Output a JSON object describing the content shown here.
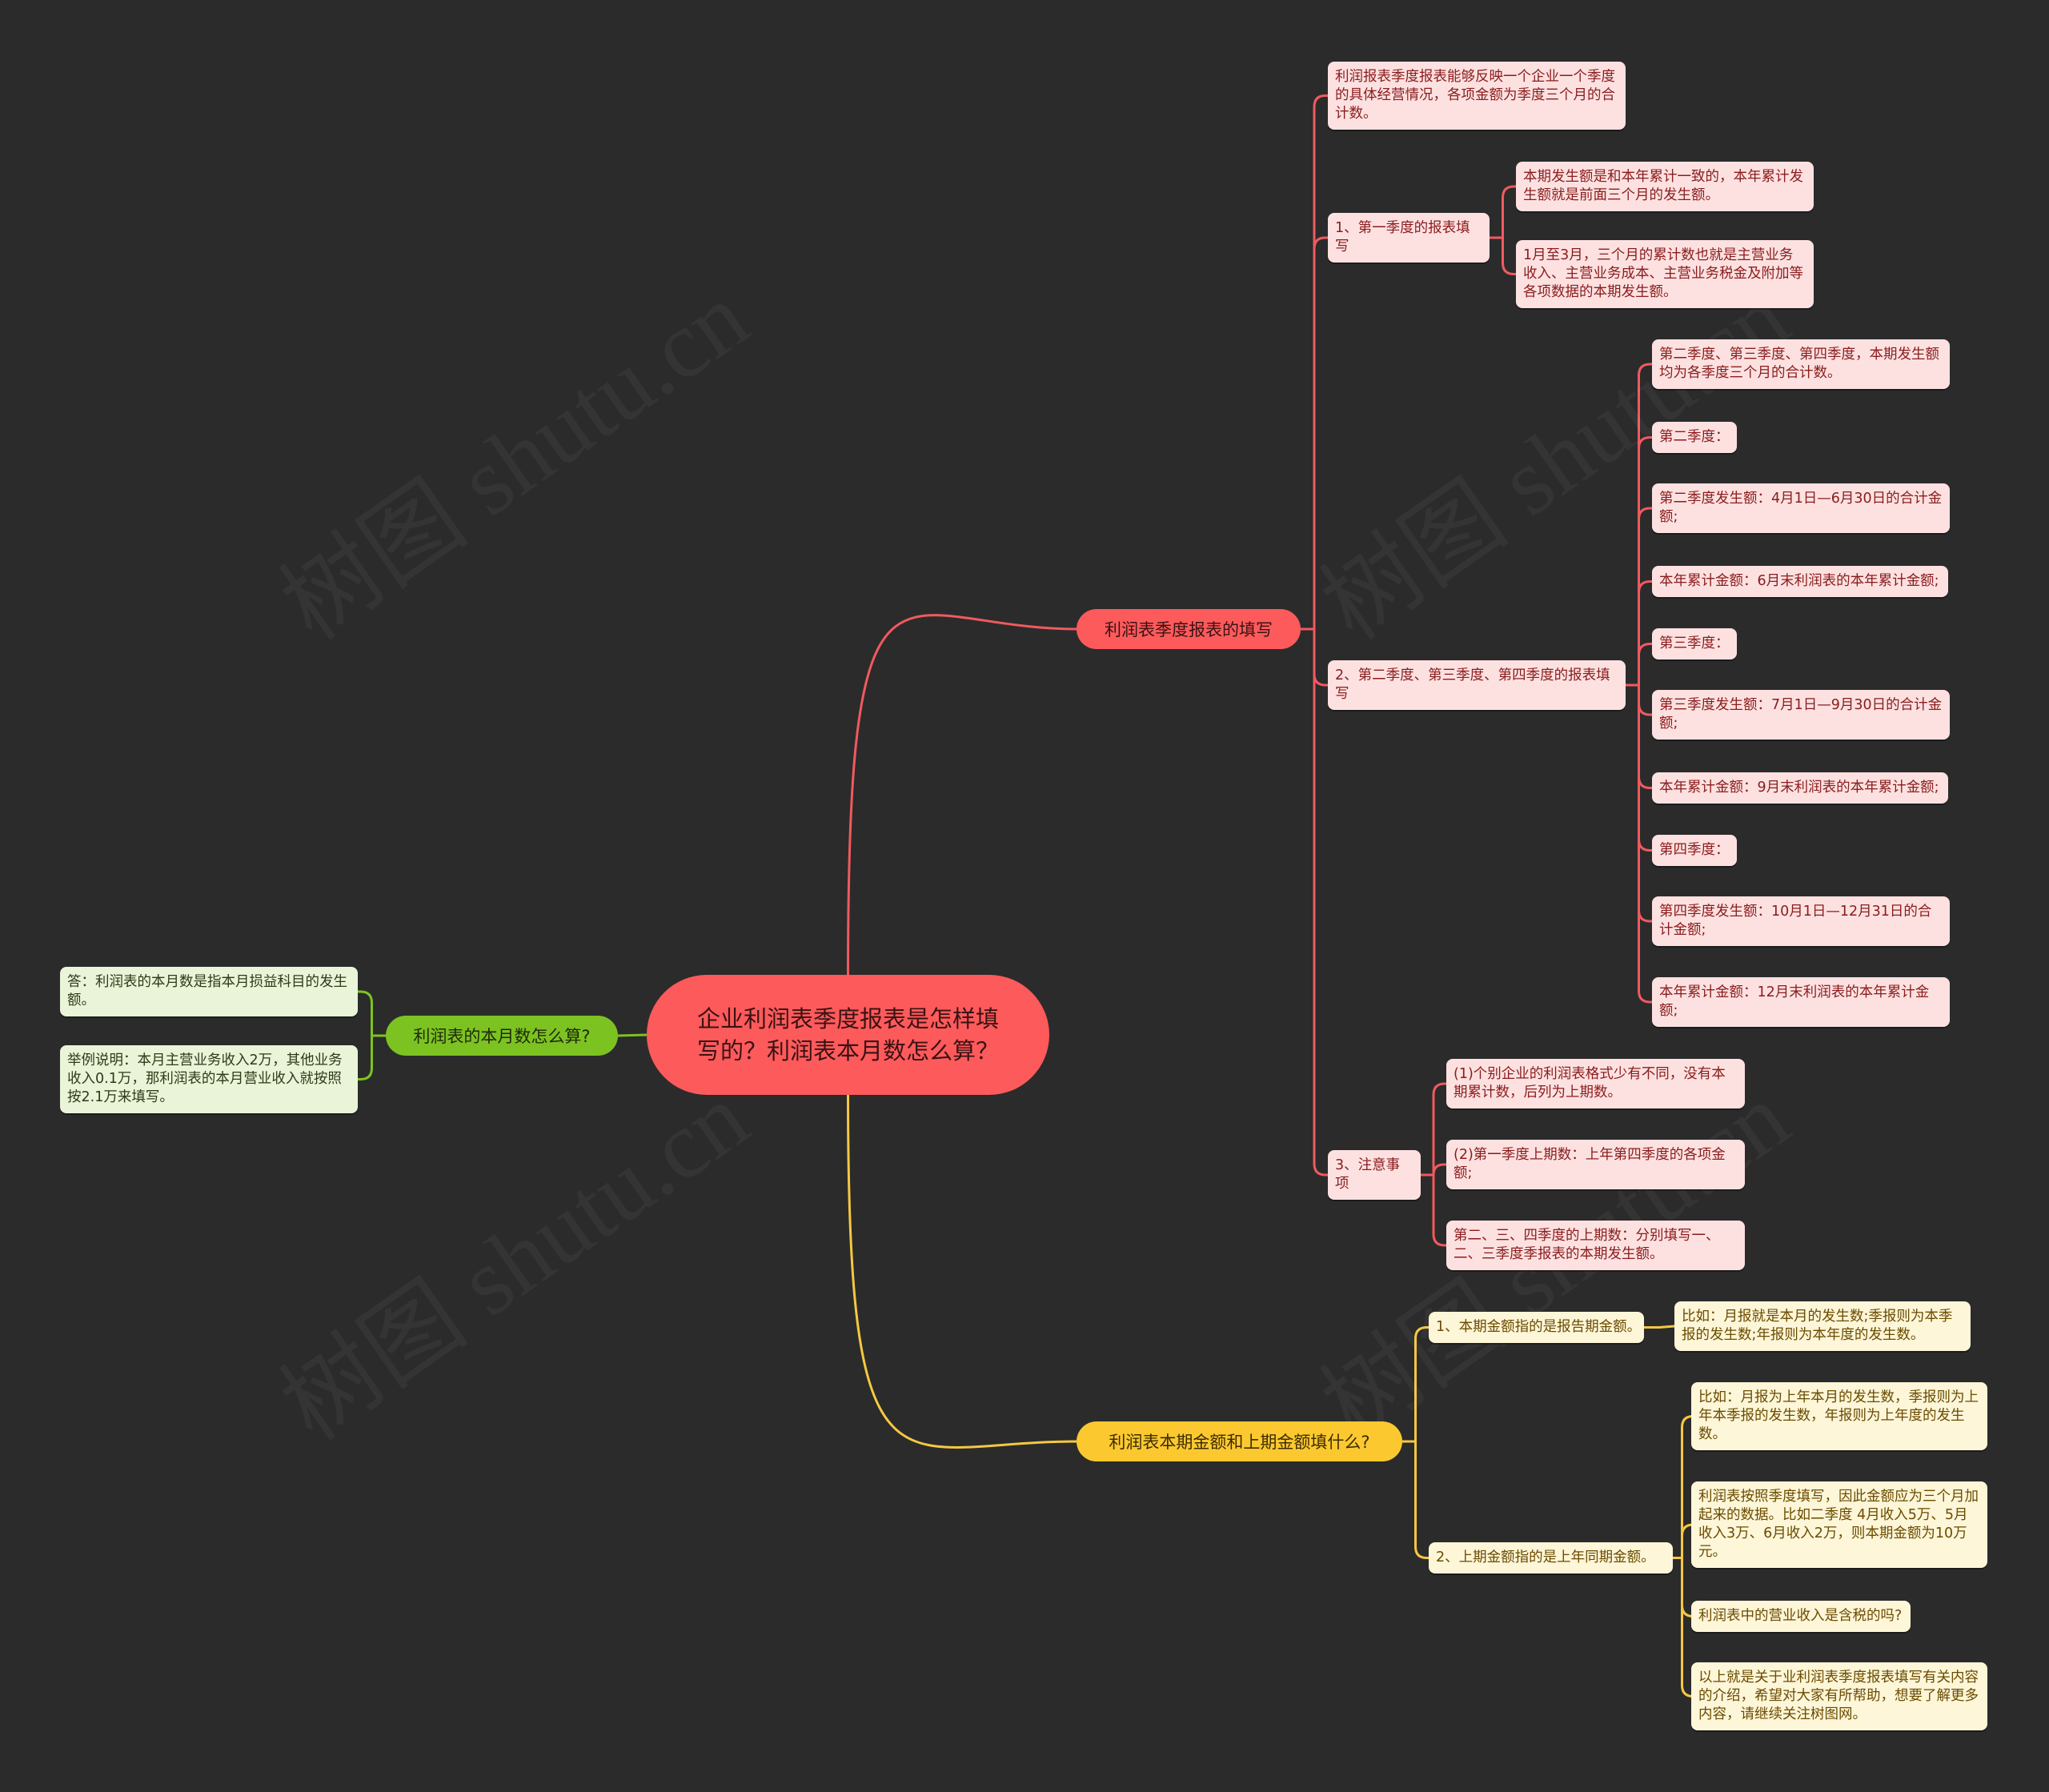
{
  "watermark": "树图 shutu.cn",
  "colors": {
    "red": "#f05a5f",
    "yellow": "#f5c842",
    "green": "#7cc322",
    "background": "#2b2b2b"
  },
  "root": "企业利润表季度报表是怎样填写的？利润表本月数怎么算？",
  "branches": {
    "fill": {
      "label": "利润表季度报表的填写",
      "intro": "利润报表季度报表能够反映一个企业一个季度的具体经营情况，各项金额为季度三个月的合计数。",
      "q1": {
        "label": "1、第一季度的报表填写",
        "items": [
          "本期发生额是和本年累计一致的，本年累计发生额就是前面三个月的发生额。",
          "1月至3月，三个月的累计数也就是主营业务收入、主营业务成本、主营业务税金及附加等各项数据的本期发生额。"
        ]
      },
      "q234": {
        "label": "2、第二季度、第三季度、第四季度的报表填写",
        "items": [
          "第二季度、第三季度、第四季度，本期发生额均为各季度三个月的合计数。",
          "第二季度：",
          "第二季度发生额：4月1日—6月30日的合计金额;",
          "本年累计金额：6月末利润表的本年累计金额;",
          "第三季度：",
          "第三季度发生额：7月1日—9月30日的合计金额;",
          "本年累计金额：9月末利润表的本年累计金额;",
          "第四季度：",
          "第四季度发生额：10月1日—12月31日的合计金额;",
          "本年累计金额：12月末利润表的本年累计金额;"
        ]
      },
      "notes": {
        "label": "3、注意事项",
        "items": [
          "(1)个别企业的利润表格式少有不同，没有本期累计数，后列为上期数。",
          "(2)第一季度上期数：上年第四季度的各项金额;",
          "第二、三、四季度的上期数：分别填写一、二、三季度季报表的本期发生额。"
        ]
      }
    },
    "amounts": {
      "label": "利润表本期金额和上期金额填什么?",
      "current": {
        "label": "1、本期金额指的是报告期金额。",
        "items": [
          "比如：月报就是本月的发生数;季报则为本季报的发生数;年报则为本年度的发生数。"
        ]
      },
      "previous": {
        "label": "2、上期金额指的是上年同期金额。",
        "items": [
          "比如：月报为上年本月的发生数，季报则为上年本季报的发生数，年报则为上年度的发生数。",
          "利润表按照季度填写，因此金额应为三个月加起来的数据。比如二季度 4月收入5万、5月收入3万、6月收入2万，则本期金额为10万元。",
          "利润表中的营业收入是含税的吗?",
          "以上就是关于业利润表季度报表填写有关内容的介绍，希望对大家有所帮助，想要了解更多内容，请继续关注树图网。"
        ]
      }
    },
    "monthly": {
      "label": "利润表的本月数怎么算?",
      "items": [
        "答：利润表的本月数是指本月损益科目的发生额。",
        "举例说明：本月主营业务收入2万，其他业务收入0.1万，那利润表的本月营业收入就按照按2.1万来填写。"
      ]
    }
  }
}
